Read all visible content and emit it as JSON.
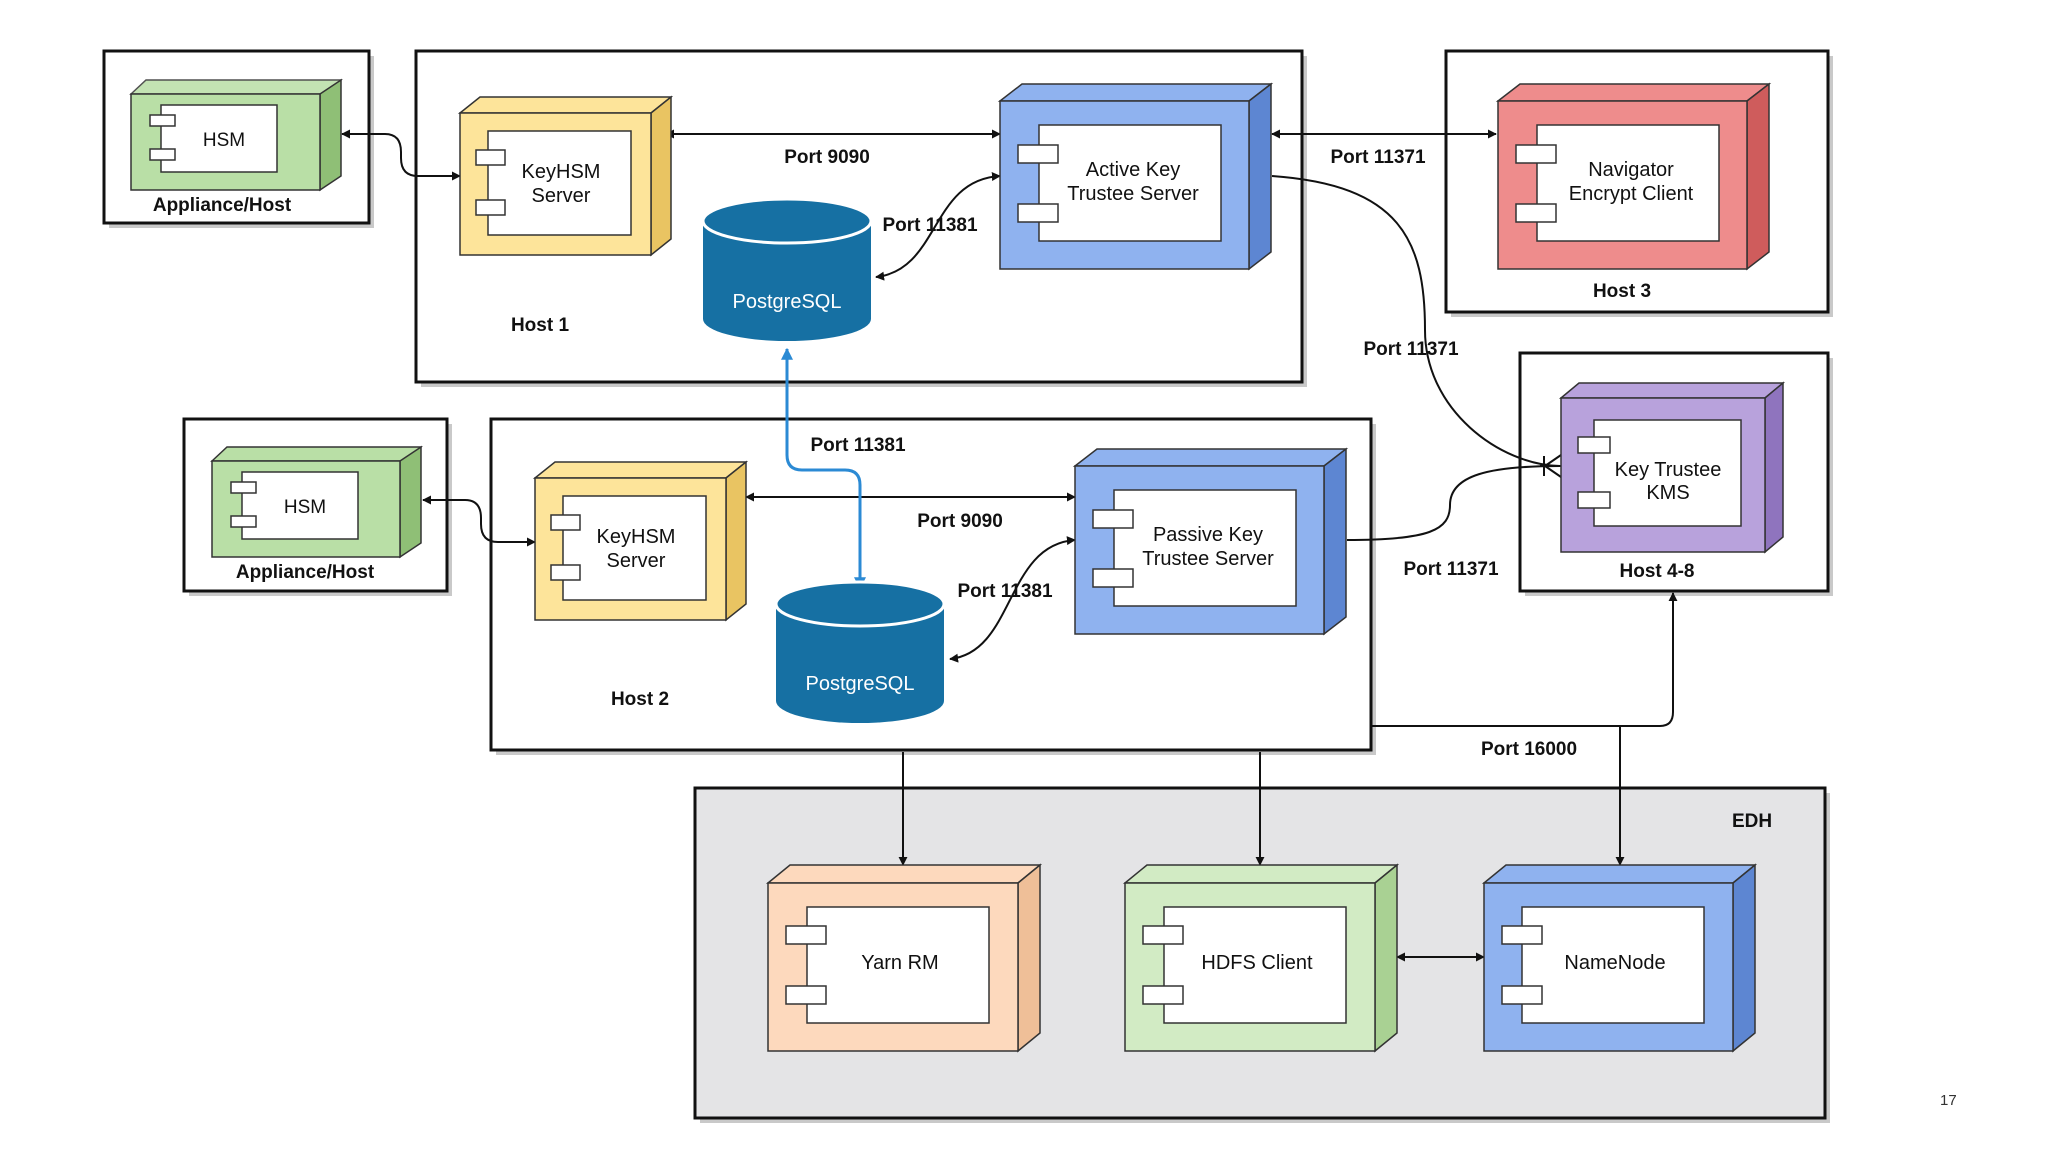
{
  "page_number": "17",
  "containers": {
    "host1": "Host 1",
    "host2": "Host 2",
    "host3": "Host 3",
    "host48": "Host 4-8",
    "appliance1": "Appliance/Host",
    "appliance2": "Appliance/Host",
    "edh": "EDH"
  },
  "nodes": {
    "hsm1": [
      "HSM"
    ],
    "hsm2": [
      "HSM"
    ],
    "keyhsm1": [
      "KeyHSM",
      "Server"
    ],
    "keyhsm2": [
      "KeyHSM",
      "Server"
    ],
    "active_kts": [
      "Active Key",
      "Trustee Server"
    ],
    "passive_kts": [
      "Passive Key",
      "Trustee Server"
    ],
    "navigator": [
      "Navigator",
      "Encrypt Client"
    ],
    "kms": [
      "Key Trustee",
      "KMS"
    ],
    "pg1": "PostgreSQL",
    "pg2": "PostgreSQL",
    "yarn": [
      "Yarn RM"
    ],
    "hdfs": [
      "HDFS Client"
    ],
    "namenode": [
      "NameNode"
    ]
  },
  "ports": {
    "p9090_top": "Port 9090",
    "p11381_top": "Port 11381",
    "p11371_right_top": "Port 11371",
    "p11371_curve": "Port 11371",
    "p11381_mid": "Port 11381",
    "p9090_mid": "Port 9090",
    "p11381_bottom": "Port 11381",
    "p11371_passive": "Port 11371",
    "p16000": "Port 16000"
  },
  "colors": {
    "green": "#b9dfa6",
    "yellow": "#fde49a",
    "blue": "#8fb2ef",
    "red": "#ee8c8c",
    "purple": "#b8a2dc",
    "peach": "#fdd9bd",
    "lightgreen": "#d2ebc4",
    "postgres": "#1670a3",
    "replication_arrow": "#2b8ad4",
    "edh_bg": "#e4e4e6"
  }
}
